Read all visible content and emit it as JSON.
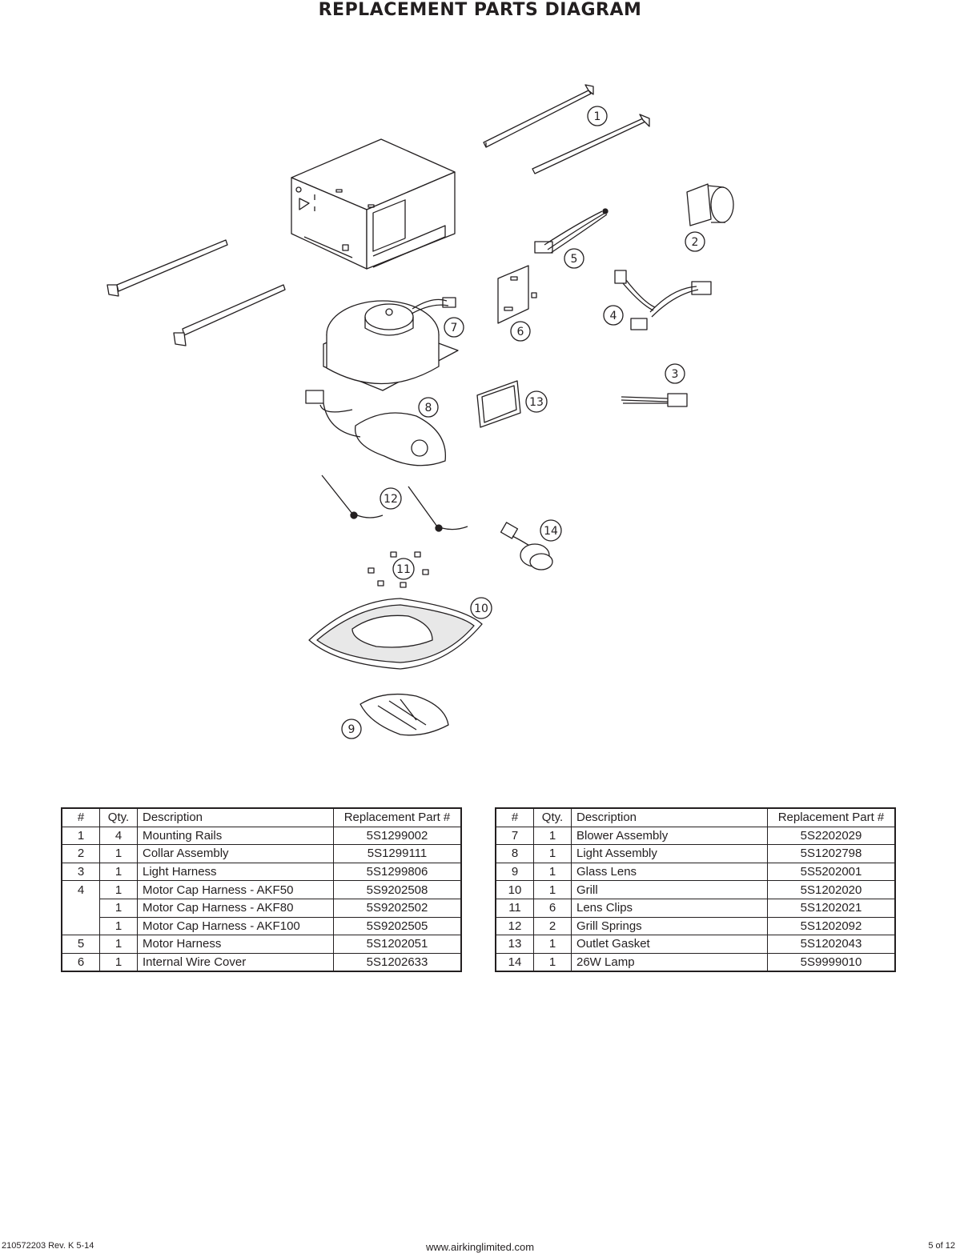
{
  "page_title": "REPLACEMENT PARTS DIAGRAM",
  "callouts": [
    "1",
    "2",
    "3",
    "4",
    "5",
    "6",
    "7",
    "8",
    "9",
    "10",
    "11",
    "12",
    "13",
    "14"
  ],
  "table_headers": {
    "num": "#",
    "qty": "Qty.",
    "desc": "Description",
    "part": "Replacement Part #"
  },
  "left_table": [
    {
      "num": "1",
      "qty": "4",
      "desc": "Mounting Rails",
      "part": "5S1299002"
    },
    {
      "num": "2",
      "qty": "1",
      "desc": "Collar Assembly",
      "part": "5S1299111"
    },
    {
      "num": "3",
      "qty": "1",
      "desc": "Light Harness",
      "part": "5S1299806"
    },
    {
      "num": "4",
      "qty": "1",
      "desc": "Motor Cap Harness - AKF50",
      "part": "5S9202508"
    },
    {
      "num": "",
      "qty": "1",
      "desc": "Motor Cap Harness - AKF80",
      "part": "5S9202502"
    },
    {
      "num": "",
      "qty": "1",
      "desc": "Motor Cap Harness - AKF100",
      "part": "5S9202505"
    },
    {
      "num": "5",
      "qty": "1",
      "desc": "Motor Harness",
      "part": "5S1202051"
    },
    {
      "num": "6",
      "qty": "1",
      "desc": "Internal Wire Cover",
      "part": "5S1202633"
    }
  ],
  "right_table": [
    {
      "num": "7",
      "qty": "1",
      "desc": "Blower Assembly",
      "part": "5S2202029"
    },
    {
      "num": "8",
      "qty": "1",
      "desc": "Light Assembly",
      "part": "5S1202798"
    },
    {
      "num": "9",
      "qty": "1",
      "desc": "Glass Lens",
      "part": "5S5202001"
    },
    {
      "num": "10",
      "qty": "1",
      "desc": "Grill",
      "part": "5S1202020"
    },
    {
      "num": "11",
      "qty": "6",
      "desc": "Lens Clips",
      "part": "5S1202021"
    },
    {
      "num": "12",
      "qty": "2",
      "desc": "Grill Springs",
      "part": "5S1202092"
    },
    {
      "num": "13",
      "qty": "1",
      "desc": "Outlet Gasket",
      "part": "5S1202043"
    },
    {
      "num": "14",
      "qty": "1",
      "desc": "26W Lamp",
      "part": "5S9999010"
    }
  ],
  "footer": {
    "doc_number": "210572203 Rev. K 5-14",
    "website": "www.airkinglimited.com",
    "page": "5 of 12"
  }
}
